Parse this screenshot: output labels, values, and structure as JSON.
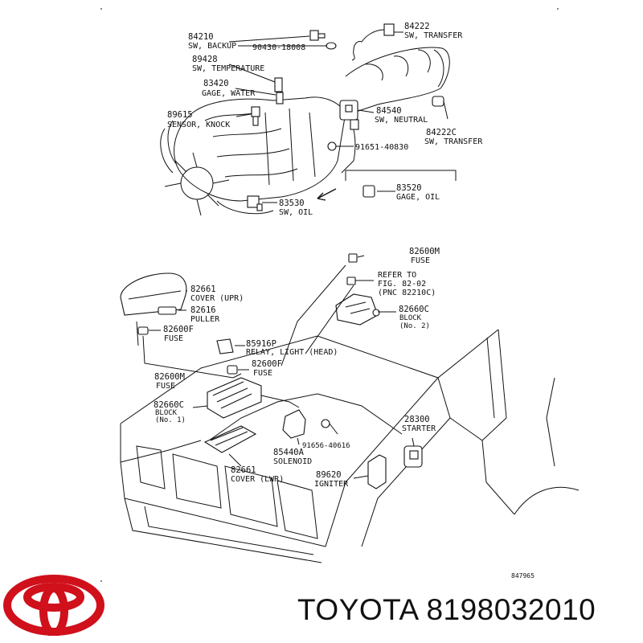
{
  "labels": {
    "p84210": {
      "num": "84210",
      "name": "SW, BACKUP"
    },
    "p84222": {
      "num": "84222",
      "name": "SW, TRANSFER"
    },
    "p90430": {
      "num": "90430-18008"
    },
    "p89428": {
      "num": "89428",
      "name": "SW, TEMPERATURE"
    },
    "p83420": {
      "num": "83420",
      "name": "GAGE, WATER"
    },
    "p89615": {
      "num": "89615",
      "name": "SENSOR, KNOCK"
    },
    "p84540": {
      "num": "84540",
      "name": "SW, NEUTRAL"
    },
    "p84222c": {
      "num": "84222C",
      "name": "SW, TRANSFER"
    },
    "p91651": {
      "num": "91651-40830"
    },
    "p83520": {
      "num": "83520",
      "name": "GAGE, OIL"
    },
    "p83530": {
      "num": "83530",
      "name": "SW, OIL"
    },
    "p82600m_top": {
      "num": "82600M",
      "name": "FUSE"
    },
    "refer": {
      "line1": "REFER TO",
      "line2": "FIG. 82-02",
      "line3": "(PNC 82210C)"
    },
    "p82660c_2": {
      "num": "82660C",
      "name": "BLOCK",
      "sub": "(No. 2)"
    },
    "p82661_upr": {
      "num": "82661",
      "name": "COVER (UPR)"
    },
    "p82616": {
      "num": "82616",
      "name": "PULLER"
    },
    "p82600f_left": {
      "num": "82600F",
      "name": "FUSE"
    },
    "p85916p": {
      "num": "85916P",
      "name": "RELAY, LIGHT (HEAD)"
    },
    "p82600f_mid": {
      "num": "82600F",
      "name": "FUSE"
    },
    "p82600m_left": {
      "num": "82600M",
      "name": "FUSE"
    },
    "p82660c_1": {
      "num": "82660C",
      "name": "BLOCK",
      "sub": "(No. 1)"
    },
    "p91656": {
      "num": "91656-40616"
    },
    "p85440a": {
      "num": "85440A",
      "name": "SOLENOID"
    },
    "p28300": {
      "num": "28300",
      "name": "STARTER"
    },
    "p82661_lwr": {
      "num": "82661",
      "name": "COVER (LWR)"
    },
    "p89620": {
      "num": "89620",
      "name": "IGNITER"
    },
    "fig_code": "847965"
  },
  "brand": {
    "name": "TOYOTA",
    "part_number": "8198032010",
    "color": "#d0101b"
  }
}
